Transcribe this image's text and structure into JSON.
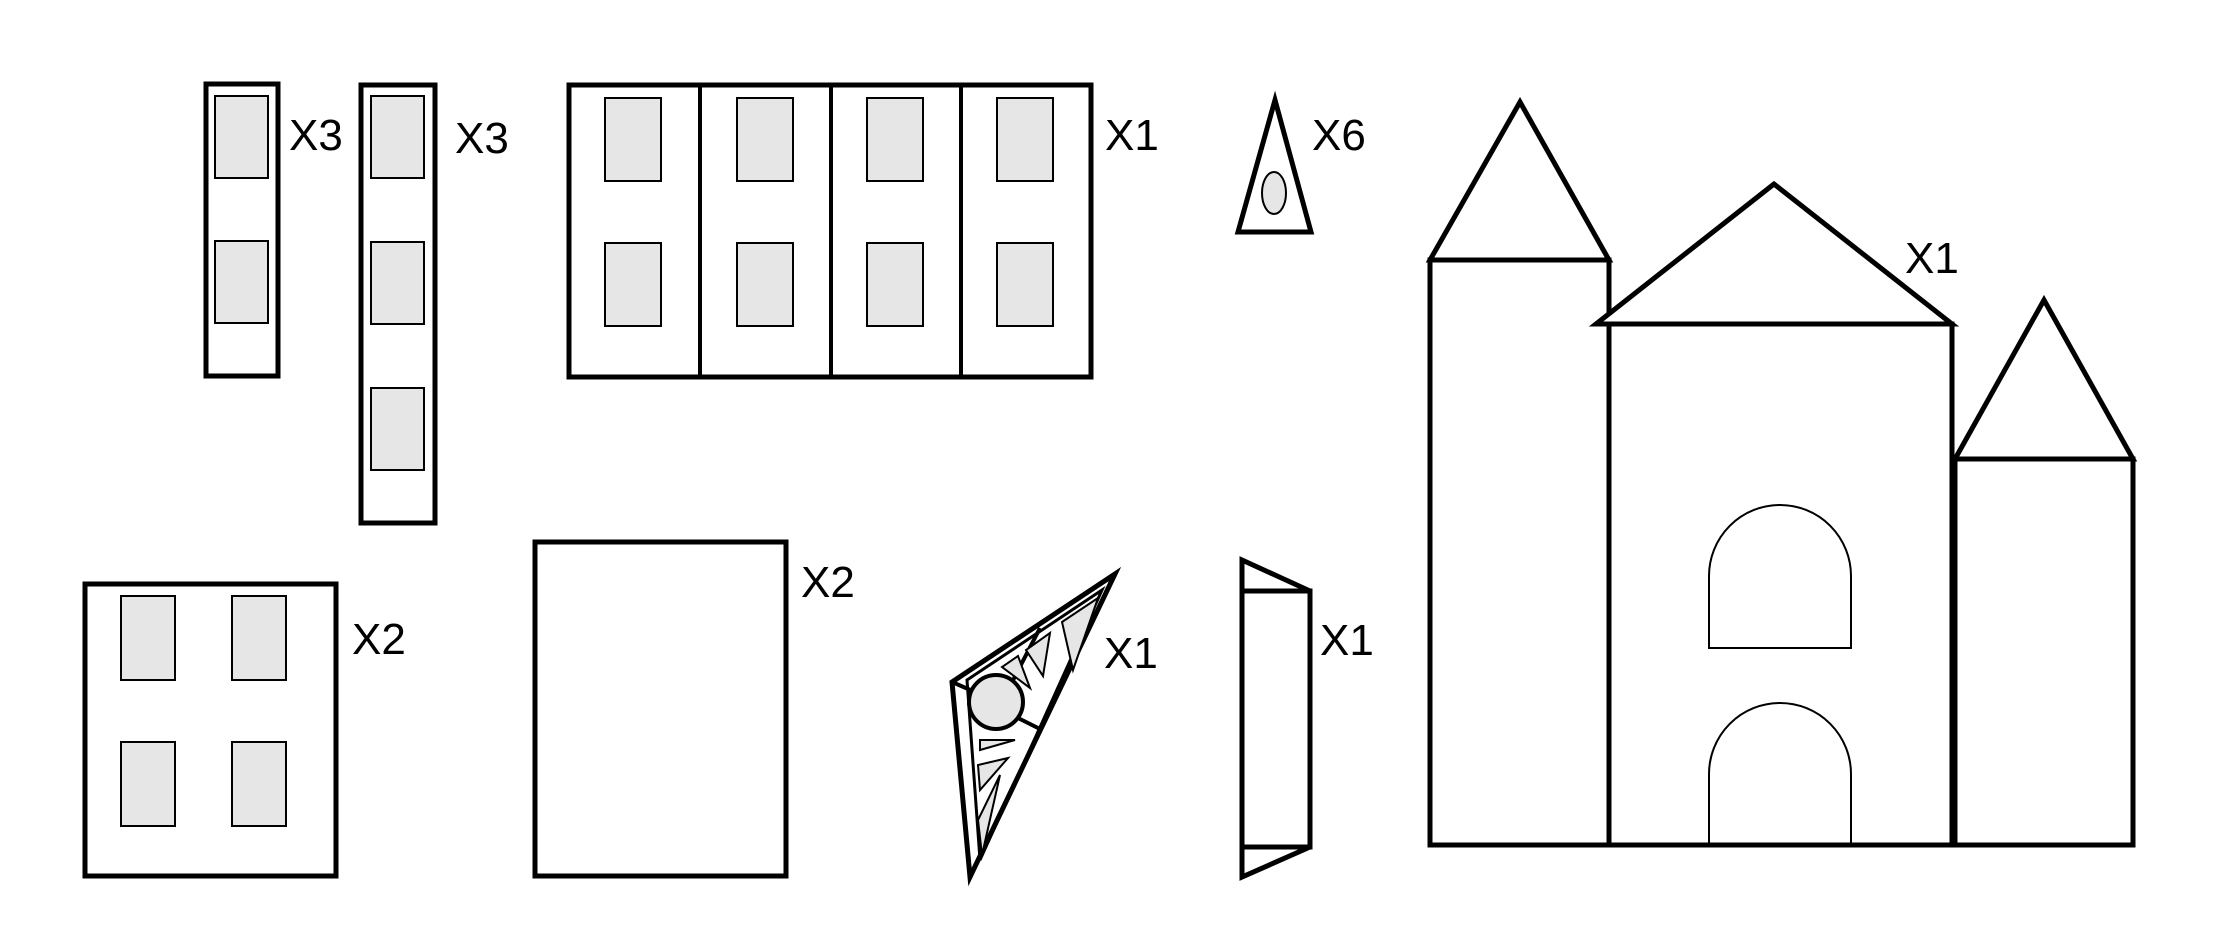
{
  "diagram": {
    "pieces": [
      {
        "id": "narrow-two-window-panel",
        "count_label": "X3"
      },
      {
        "id": "narrow-three-window-panel",
        "count_label": "X3"
      },
      {
        "id": "four-section-wall-panel",
        "count_label": "X1"
      },
      {
        "id": "small-spire-triangle",
        "count_label": "X6"
      },
      {
        "id": "castle-assembly",
        "count_label": "X1"
      },
      {
        "id": "square-four-window-panel",
        "count_label": "X2"
      },
      {
        "id": "blank-rectangle-panel",
        "count_label": "X2"
      },
      {
        "id": "decorated-triangle-panel",
        "count_label": "X1"
      },
      {
        "id": "side-strip-panel",
        "count_label": "X1"
      }
    ],
    "colors": {
      "stroke": "#000000",
      "window_fill": "#e6e6e6",
      "background": "#ffffff"
    }
  }
}
